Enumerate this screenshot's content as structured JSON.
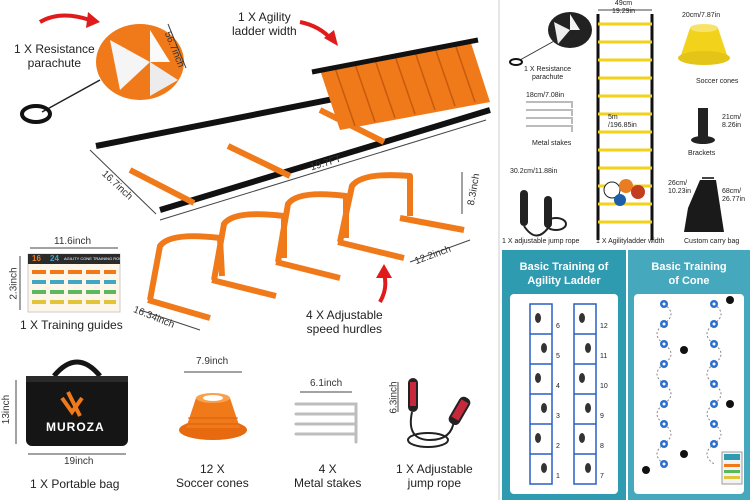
{
  "left": {
    "parachute_label": [
      "1 X Resistance",
      "parachute"
    ],
    "parachute_dim": "56.7inch",
    "ladder_label": [
      "1 X Agility",
      "ladder width"
    ],
    "ladder_len": "19.7FT",
    "ladder_width": "16.7inch",
    "hurdle_height": "8.3inch",
    "hurdle_width": "12.2inch",
    "hurdle_depth": "16.34inch",
    "hurdle_label": [
      "4 X Adjustable",
      "speed hurdles"
    ],
    "guide_w": "11.6inch",
    "guide_h": "2.3inch",
    "guide_label": "1 X Training guides",
    "guide_numbers": [
      "16",
      "24"
    ],
    "guide_title": "AGILITY CONE TRAINING ROUTINES",
    "bag_h": "13inch",
    "bag_w": "19inch",
    "bag_label": "1 X Portable bag",
    "brand": "MUROZA",
    "cone_dim": "7.9inch",
    "cone_label": [
      "12 X",
      "Soccer cones"
    ],
    "stake_dim": "6.1inch",
    "stake_label": [
      "4 X",
      "Metal stakes"
    ],
    "rope_dim": "6.3inch",
    "rope_label": [
      "1 X Adjustable",
      "jump rope"
    ]
  },
  "right_top": {
    "ladder_dim": [
      "49cm",
      "19.29in"
    ],
    "parachute": [
      "1 X Resistance",
      "parachute"
    ],
    "stake_dim": "18cm/7.08in",
    "stake_label": "Metal stakes",
    "ladder_len": [
      "5m",
      "/196.85in"
    ],
    "cone_dim": "20cm/7.87in",
    "cone_label": "Soccer cones",
    "bracket_dim": [
      "21cm/",
      "8.26in"
    ],
    "bracket_label": "Brackets",
    "rope_dim": "30.2cm/11.88in",
    "rope_label": "1 X adjustable jump rope",
    "ladder_label": "1 X Agilityladder width",
    "bag_dim1": [
      "26cm/",
      "10.23in"
    ],
    "bag_dim2": [
      "68cm/",
      "26.77in"
    ],
    "bag_label": "Custom carry bag"
  },
  "panels": {
    "left_title": [
      "Basic Training of",
      "Agility Ladder"
    ],
    "right_title": [
      "Basic Training",
      "of Cone"
    ],
    "ladder_numbers_a": [
      "6",
      "5",
      "4",
      "3",
      "2",
      "1"
    ],
    "ladder_numbers_b": [
      "12",
      "11",
      "10",
      "9",
      "8",
      "7"
    ]
  },
  "colors": {
    "orange": "#f07a1a",
    "black": "#1a1a1a",
    "yellow": "#f2d21b",
    "teal": "#2f9bb0"
  }
}
